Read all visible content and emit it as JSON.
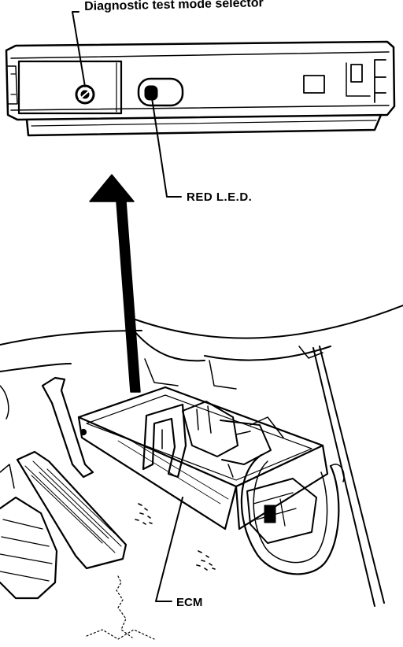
{
  "labels": {
    "selector": "Diagnostic test mode selector",
    "led": "RED L.E.D.",
    "ecm": "ECM"
  },
  "colors": {
    "ink": "#000000",
    "paper": "#ffffff"
  }
}
